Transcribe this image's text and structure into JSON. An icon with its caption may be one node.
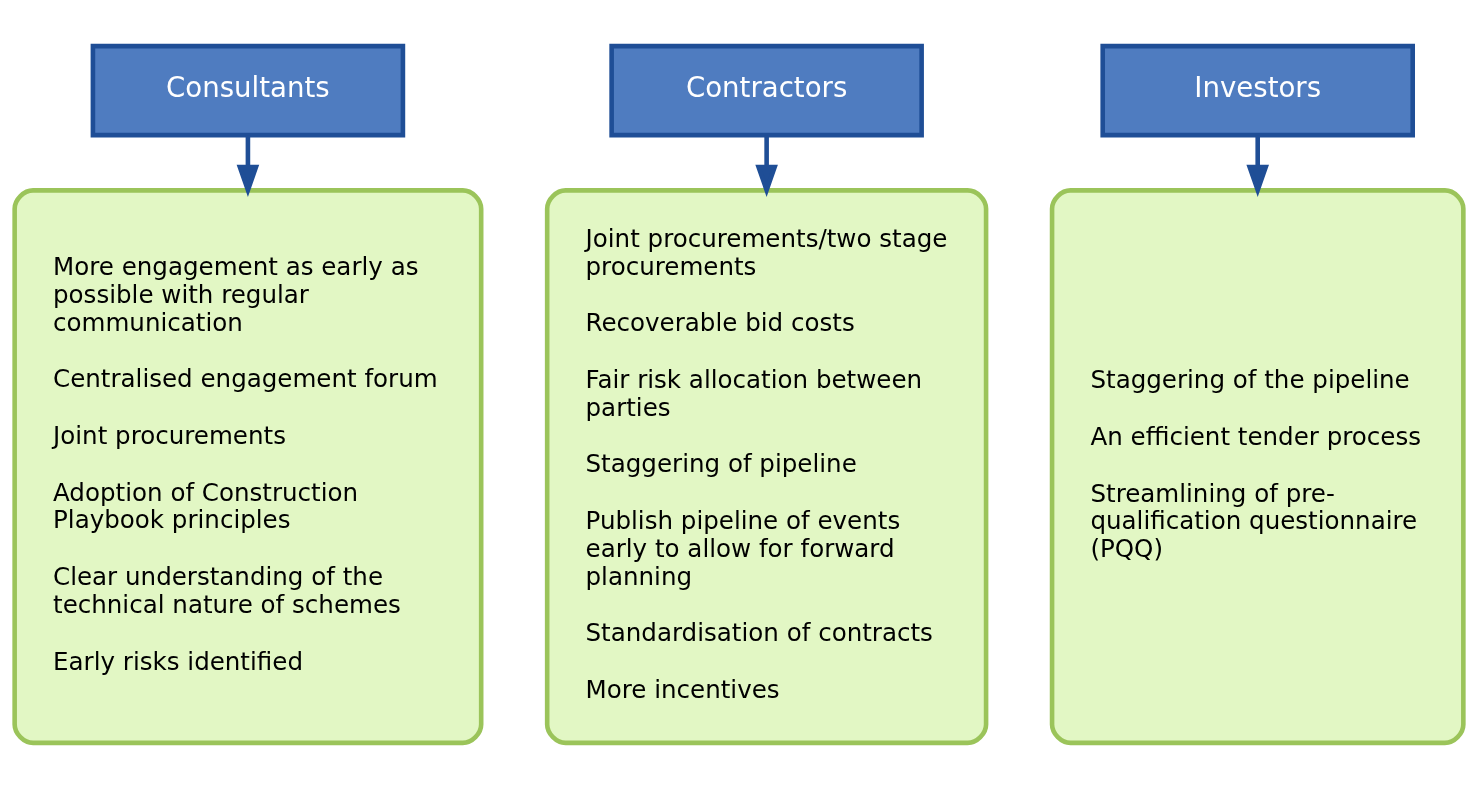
{
  "diagram": {
    "nodes": [
      {
        "text": [
          "Consultants"
        ]
      },
      {
        "text": [
          "Contractors"
        ]
      },
      {
        "text": [
          "Investors"
        ]
      },
      {
        "text": [
          "More engagement as early as possible with regular communication",
          "Centralised engagement forum",
          "Joint procurements",
          "Adoption of Construction Playbook principles",
          "Clear understanding of the technical nature of schemes",
          "Early risks identified"
        ]
      },
      {
        "text": [
          "Joint procurements/two stage procurements",
          "Recoverable bid costs",
          "Fair risk allocation between parties",
          "Staggering of pipeline",
          "Publish pipeline of events early to allow for forward planning",
          "Standardisation of contracts",
          "More incentives"
        ]
      },
      {
        "text": [
          "Staggering of the pipeline",
          "An efficient tender process",
          "Streamlining of pre-qualification questionnaire (PQQ)"
        ]
      }
    ],
    "edges": [
      {
        "from": 0,
        "to": 3,
        "arrow": "to"
      },
      {
        "from": 1,
        "to": 4,
        "arrow": "to"
      },
      {
        "from": 2,
        "to": 5,
        "arrow": "to"
      }
    ]
  }
}
